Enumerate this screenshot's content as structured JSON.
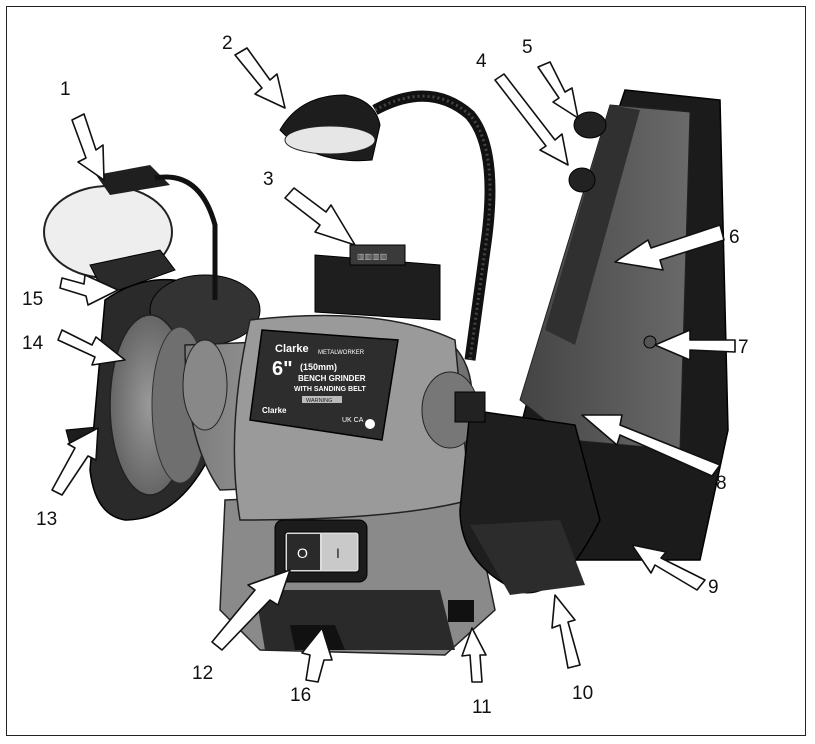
{
  "figure": {
    "nameplate": {
      "brand": "Clarke",
      "series": "METALWORKER",
      "size": "6\"",
      "size_mm": "(150mm)",
      "line1": "BENCH GRINDER",
      "line2": "WITH SANDING BELT",
      "warning": "WARNING",
      "marks": "UK CA",
      "footer_brand": "Clarke"
    },
    "switch": {
      "off_symbol": "O",
      "on_symbol": "I"
    },
    "callouts": [
      {
        "id": "1"
      },
      {
        "id": "2"
      },
      {
        "id": "3"
      },
      {
        "id": "4"
      },
      {
        "id": "5"
      },
      {
        "id": "6"
      },
      {
        "id": "7"
      },
      {
        "id": "8"
      },
      {
        "id": "9"
      },
      {
        "id": "10"
      },
      {
        "id": "11"
      },
      {
        "id": "12"
      },
      {
        "id": "13"
      },
      {
        "id": "14"
      },
      {
        "id": "15"
      },
      {
        "id": "16"
      }
    ],
    "colors": {
      "body": "#8d8d8d",
      "body_dark": "#4a4a4a",
      "belt": "#5a5a5a",
      "black": "#1b1b1b",
      "outline": "#111111"
    }
  }
}
